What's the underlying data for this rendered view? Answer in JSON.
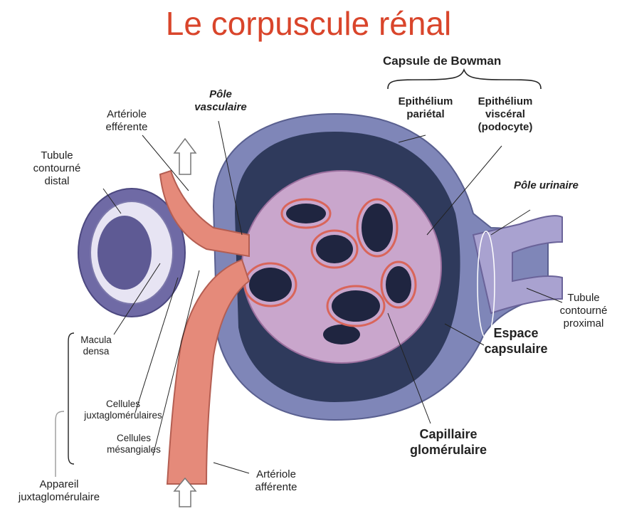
{
  "title": "Le corpuscule rénal",
  "labels": {
    "capsule_bowman": "Capsule de Bowman",
    "epithelium_parietal_1": "Epithélium",
    "epithelium_parietal_2": "pariétal",
    "epithelium_visceral_1": "Epithélium",
    "epithelium_visceral_2": "viscéral",
    "epithelium_visceral_3": "(podocyte)",
    "pole_vasculaire_1": "Pôle",
    "pole_vasculaire_2": "vasculaire",
    "arteriole_efferente_1": "Artériole",
    "arteriole_efferente_2": "efférente",
    "tubule_distal_1": "Tubule",
    "tubule_distal_2": "contourné",
    "tubule_distal_3": "distal",
    "pole_urinaire": "Pôle urinaire",
    "tubule_proximal_1": "Tubule",
    "tubule_proximal_2": "contourné",
    "tubule_proximal_3": "proximal",
    "espace_capsulaire_1": "Espace",
    "espace_capsulaire_2": "capsulaire",
    "capillaire_1": "Capillaire",
    "capillaire_2": "glomérulaire",
    "macula_densa_1": "Macula",
    "macula_densa_2": "densa",
    "cellules_juxta_1": "Cellules",
    "cellules_juxta_2": "juxtaglomérulaires",
    "cellules_mesangiales_1": "Cellules",
    "cellules_mesangiales_2": "mésangiales",
    "arteriole_afferente_1": "Artériole",
    "arteriole_afferente_2": "afférente",
    "appareil_1": "Appareil",
    "appareil_2": "juxtaglomérulaire"
  },
  "colors": {
    "title": "#d9452b",
    "capsule": "#8a8fbf",
    "capsule_dark": "#2f3a5c",
    "vessel": "#e58a7a",
    "glomerulus": "#c9a6cc",
    "tubule": "#a9a2d0"
  }
}
